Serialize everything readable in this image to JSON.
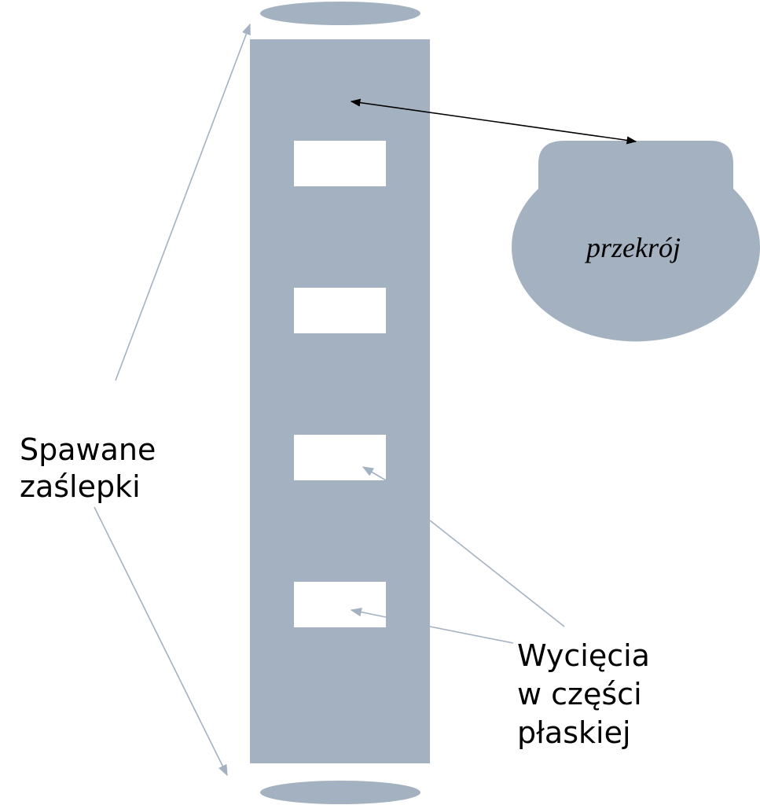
{
  "labels": {
    "cross_section": "przekrój",
    "welded_caps_line1": "Spawane",
    "welded_caps_line2": "zaślepki",
    "cutouts_line1": "Wycięcia",
    "cutouts_line2": "w części",
    "cutouts_line3": "płaskiej"
  },
  "colors": {
    "body": "#a3b1c0",
    "pointer_line": "#a3b1c0",
    "double_arrow": "#000000",
    "cutout": "#ffffff",
    "background": "#ffffff"
  }
}
